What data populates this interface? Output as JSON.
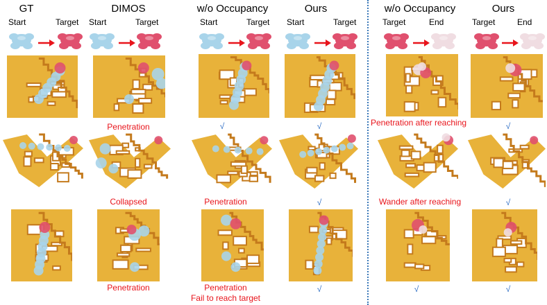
{
  "columns": [
    {
      "id": "gt",
      "title": "GT",
      "sub_left": "Start",
      "sub_right": "Target"
    },
    {
      "id": "dimos",
      "title": "DIMOS",
      "sub_left": "Start",
      "sub_right": "Target"
    },
    {
      "id": "wo1",
      "title": "w/o Occupancy",
      "sub_left": "Start",
      "sub_right": "Target"
    },
    {
      "id": "ours1",
      "title": "Ours",
      "sub_left": "Start",
      "sub_right": "Target"
    },
    {
      "id": "wo2",
      "title": "w/o Occupancy",
      "sub_left": "Target",
      "sub_right": "End"
    },
    {
      "id": "ours2",
      "title": "Ours",
      "sub_left": "Target",
      "sub_right": "End"
    }
  ],
  "captions": {
    "r1_dimos": "Penetration",
    "r1_wo1": "√",
    "r1_ours1": "√",
    "r1_wo2": "Penetration after reaching",
    "r1_ours2": "√",
    "r2_dimos": "Collapsed",
    "r2_wo1": "Penetration",
    "r2_ours1": "√",
    "r2_wo2": "Wander after reaching",
    "r2_ours2": "√",
    "r3_dimos": "Penetration",
    "r3_wo1_a": "Penetration",
    "r3_wo1_b": "Fail to reach target",
    "r3_ours1": "√",
    "r3_wo2": "√",
    "r3_ours2": "√"
  },
  "colors": {
    "floor": "#e8b23a",
    "wall": "#c47a1c",
    "start_body": "#a8d4ea",
    "target_body": "#e0506e",
    "end_body": "#f0dde2",
    "arrow": "#e8141b",
    "check": "#2b6cc4",
    "divider": "#3a78b8"
  }
}
